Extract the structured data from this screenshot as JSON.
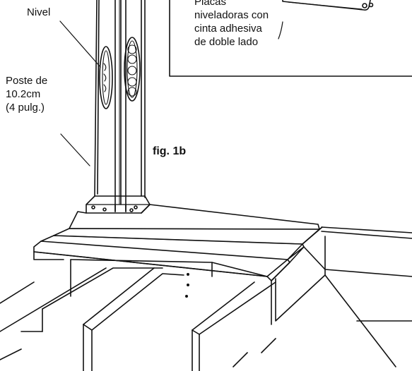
{
  "labels": {
    "nivel": "Nivel",
    "poste": [
      "Poste de",
      "10.2cm",
      "(4 pulg.)"
    ],
    "placas": [
      "Placas",
      "niveladoras con",
      "cinta adhesiva",
      "de doble lado"
    ]
  },
  "figure": {
    "caption": "fig. 1b"
  },
  "colors": {
    "line": "#111111",
    "background": "#ffffff"
  }
}
